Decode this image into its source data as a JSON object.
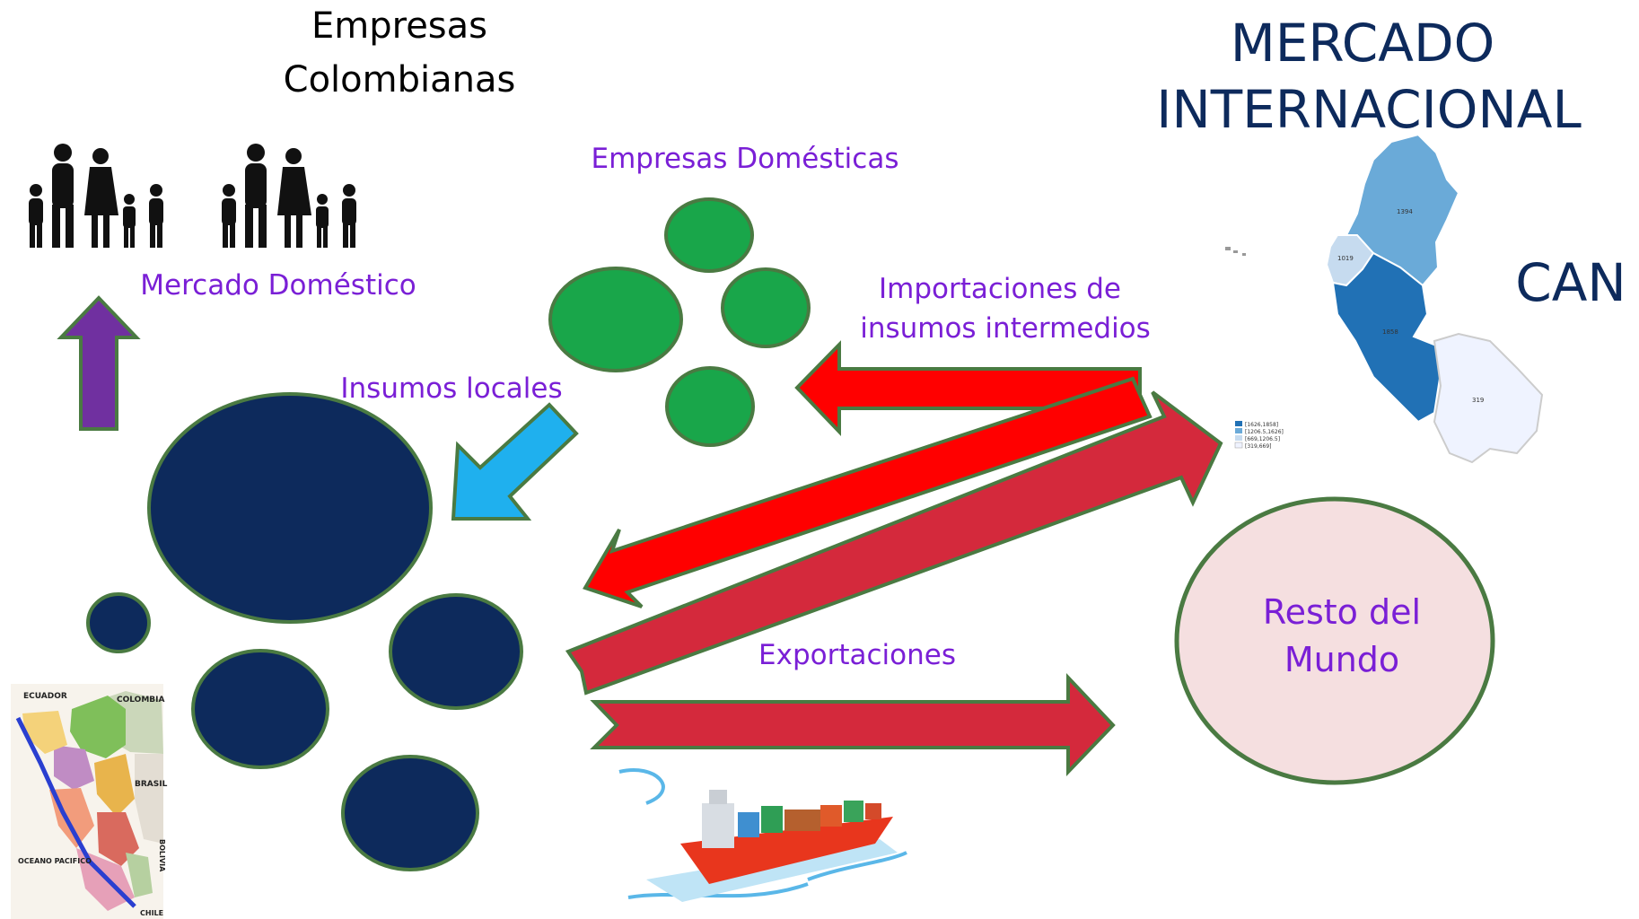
{
  "title": {
    "line1": "Empresas",
    "line2": "Colombianas"
  },
  "labels": {
    "mercado_domestico": "Mercado Doméstico",
    "empresas_domesticas": "Empresas Domésticas",
    "insumos_locales": "Insumos locales",
    "importaciones_line1": "Importaciones de",
    "importaciones_line2": "insumos intermedios",
    "exportaciones": "Exportaciones",
    "resto_line1": "Resto del",
    "resto_line2": "Mundo",
    "mercado_line1": "MERCADO",
    "mercado_line2": "INTERNACIONAL",
    "can": "CAN"
  },
  "can_map": {
    "region_values": [
      "1394",
      "1019",
      "1858",
      "319"
    ],
    "legend": [
      "[1626,1858]",
      "[1206.5,1626]",
      "[669,1206.5]",
      "[319,669]"
    ]
  },
  "peru_map": {
    "labels": [
      "ECUADOR",
      "COLOMBIA",
      "BRASIL",
      "OCEANO PACIFICO",
      "BOLIVIA",
      "CHILE"
    ]
  },
  "colors": {
    "purple_text": "#7a1fd6",
    "navy": "#0d2a5c",
    "green_circle": "#19a64a",
    "red_arrow": "#ff0000",
    "dark_red_arrow": "#d4293c",
    "purple_arrow": "#7030a0",
    "blue_arrow": "#1fb0ee",
    "circle_border": "#4a7a42",
    "resto_fill": "#f5dfe0"
  }
}
